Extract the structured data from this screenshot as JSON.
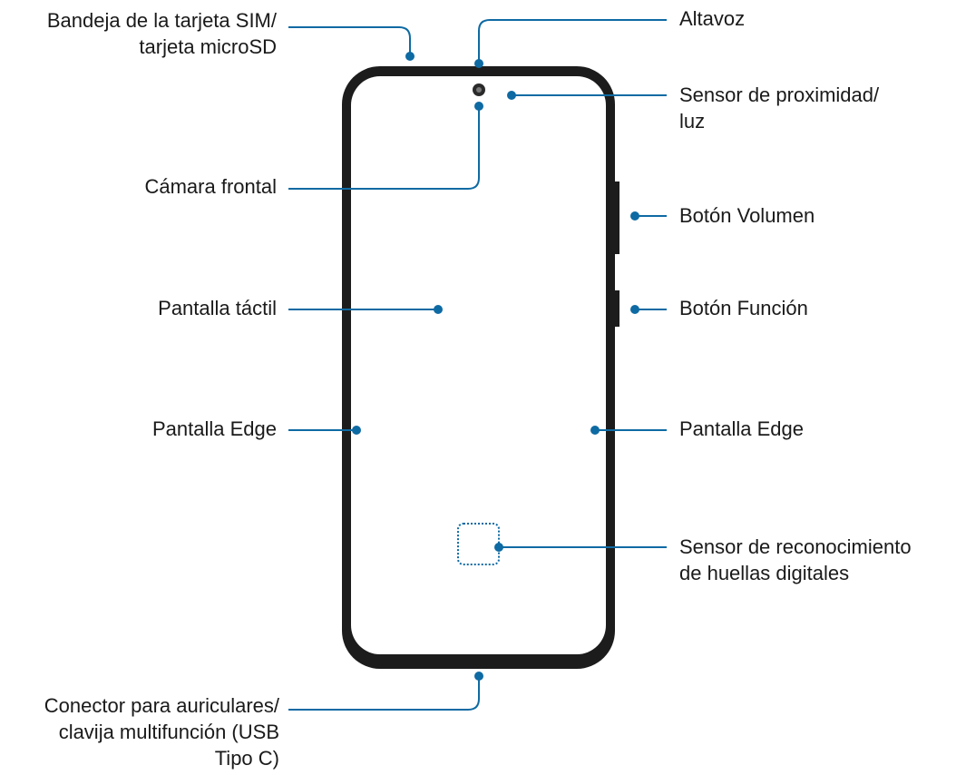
{
  "colors": {
    "leader_line": "#0e6aa3",
    "phone_frame": "#1c1c1c",
    "text": "#1a1a1a"
  },
  "labels": {
    "sim_tray": [
      "Bandeja de la tarjeta SIM/",
      "tarjeta microSD"
    ],
    "speaker": [
      "Altavoz"
    ],
    "proximity_sensor": [
      "Sensor de proximidad/",
      "luz"
    ],
    "front_camera": [
      "Cámara frontal"
    ],
    "volume_button": [
      "Botón Volumen"
    ],
    "touchscreen": [
      "Pantalla táctil"
    ],
    "function_button": [
      "Botón Función"
    ],
    "edge_left": [
      "Pantalla Edge"
    ],
    "edge_right": [
      "Pantalla Edge"
    ],
    "fingerprint_sensor": [
      "Sensor de reconocimiento",
      "de huellas digitales"
    ],
    "connector": [
      "Conector para auriculares/",
      "clavija multifunción (USB",
      "Tipo C)"
    ]
  }
}
